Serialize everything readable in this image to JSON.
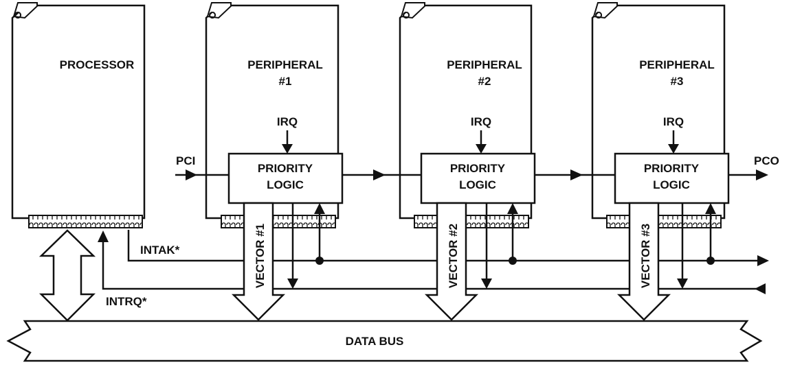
{
  "boards": [
    {
      "name": "PROCESSOR",
      "line2": ""
    },
    {
      "name": "PERIPHERAL",
      "line2": "#1",
      "irq": "IRQ",
      "logic": [
        "PRIORITY",
        "LOGIC"
      ],
      "vector": "VECTOR #1"
    },
    {
      "name": "PERIPHERAL",
      "line2": "#2",
      "irq": "IRQ",
      "logic": [
        "PRIORITY",
        "LOGIC"
      ],
      "vector": "VECTOR #2"
    },
    {
      "name": "PERIPHERAL",
      "line2": "#3",
      "irq": "IRQ",
      "logic": [
        "PRIORITY",
        "LOGIC"
      ],
      "vector": "VECTOR #3"
    }
  ],
  "signals": {
    "pci": "PCI",
    "pco": "PCO",
    "intak": "INTAK*",
    "intrq": "INTRQ*"
  },
  "bus": {
    "label": "DATA BUS"
  }
}
